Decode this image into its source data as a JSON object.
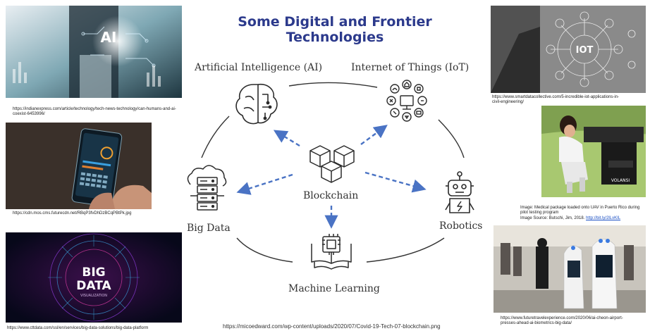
{
  "title": "Some Digital and Frontier Technologies",
  "nodes": {
    "ai": "Artificial Intelligence (AI)",
    "iot": "Internet of Things (IoT)",
    "blockchain": "Blockchain",
    "big_data": "Big Data",
    "robotics": "Robotics",
    "ml": "Machine Learning"
  },
  "images": {
    "ai_photo": {
      "overlay_text": "AI"
    },
    "iot_photo": {
      "overlay_text": "IOT"
    },
    "bigdata_photo": {
      "overlay_line1": "BIG",
      "overlay_line2": "DATA",
      "overlay_line3": "VISUALIZATION"
    },
    "drone_photo": {
      "overlay_text": "VOLANSI"
    }
  },
  "captions": {
    "ai": "https://indianexpress.com/article/technology/tech-news-technology/can-humans-and-ai-coexist-6453996/",
    "phone": "https://cdn.mos.cms.futurecdn.net/RBqP3fvDhDzBCqPBtPk.jpg",
    "bigdata": "https://www.cttdata.com/ssl/en/services/big-data-solutions/big-data-platform",
    "iot": "https://www.smartdatacollective.com/5-incredible-iot-applications-in-civil-engineering/",
    "drone_line1": "Image: Medical package loaded onto UAV in Puerto Rico during pilot testing program",
    "drone_line2": "Image Source: Butschi, Jim, 2018.",
    "drone_link": "http://bit.ly/2lLvKIL",
    "robots": "https://www.futuretravelexperience.com/2020/06/ai-cheon-airport-presses-ahead-ai-biometrics-big-data/",
    "blockchain": "https://micoedward.com/wp-content/uploads/2020/07/Covid-19-Tech-07-blockchain.png"
  },
  "colors": {
    "title": "#2c3a8c",
    "arrow": "#4a73c4",
    "circle": "#333333",
    "icon": "#2b2b2b"
  }
}
